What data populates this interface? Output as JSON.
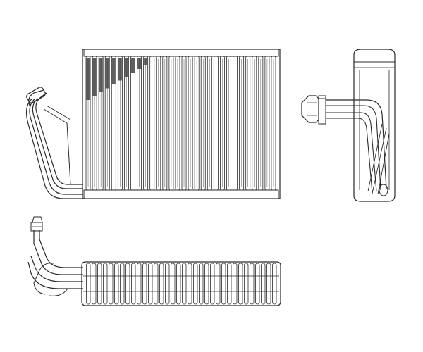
{
  "drawing": {
    "subject": "evaporator-core",
    "line_color": "#2a2a2a",
    "fin_shade_color": "#444444",
    "background": "#ffffff",
    "views": [
      "front-view",
      "side-view",
      "top-view"
    ],
    "front_view": {
      "tube_count": 30
    },
    "top_view": {
      "fin_count": 34
    }
  }
}
